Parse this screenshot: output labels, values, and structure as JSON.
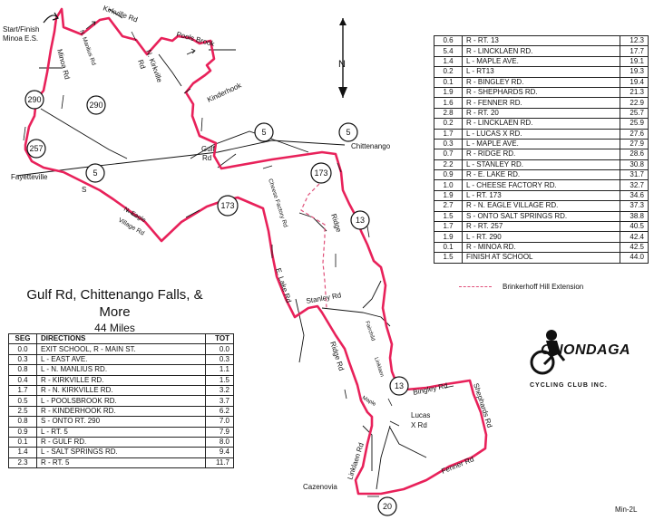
{
  "map_title": "Gulf Rd, Chittenango Falls, & More",
  "distance": "44 Miles",
  "start_label_line1": "Start/Finish",
  "start_label_line2": "Minoa E.S.",
  "place_labels": {
    "fayetteville": "Fayetteville",
    "chittenango": "Chittenango",
    "lucas_line1": "Lucas",
    "lucas_line2": "X Rd",
    "cazenovia": "Cazenovia"
  },
  "road_labels": {
    "kirkville": "Kirkville Rd",
    "minoa": "Minoa Rd",
    "n_manlius": "N. Manlius Rd",
    "n_kirkville_1": "N. Kirkville",
    "n_kirkville_2": "Rd",
    "poolsbrook": "Pools Brook",
    "kinderhook": "Kinderhook",
    "gulf_1": "Gulf",
    "gulf_2": "Rd",
    "s": "S",
    "n_eagle_village_1": "N. Eagle",
    "n_eagle_village_2": "Village Rd",
    "cheese_factory": "Cheese Factory Rd",
    "e_lake": "E. Lake Rd",
    "ridge_1": "Ridge",
    "stanley": "Stanley Rd",
    "ridge_2": "Ridge Rd",
    "fairchild": "Fairchild",
    "linklaen_small": "Linklaen",
    "maple": "Maple",
    "bingley": "Bingley Rd",
    "shephards": "Shephards Rd",
    "fenner": "Fenner Rd",
    "linklaen": "Linklaen Rd"
  },
  "route_shields": [
    "290",
    "290",
    "257",
    "5",
    "5",
    "5",
    "173",
    "173",
    "13",
    "13",
    "20"
  ],
  "compass": "N",
  "legend": {
    "extension_label": "Brinkerhoff Hill Extension"
  },
  "club": {
    "name": "ONONDAGA",
    "subtitle": "CYCLING CLUB INC."
  },
  "map_code": "Min-2L",
  "route_color": "#e8215a",
  "cue_headers": {
    "seg": "SEG",
    "directions": "DIRECTIONS",
    "tot": "TOT"
  },
  "cue_left": [
    {
      "seg": "0.0",
      "dir": "EXIT SCHOOL, R - MAIN ST.",
      "tot": "0.0"
    },
    {
      "seg": "0.3",
      "dir": "L - EAST AVE.",
      "tot": "0.3"
    },
    {
      "seg": "0.8",
      "dir": "L - N. MANLIUS RD.",
      "tot": "1.1"
    },
    {
      "seg": "0.4",
      "dir": "R - KIRKVILLE RD.",
      "tot": "1.5"
    },
    {
      "seg": "1.7",
      "dir": "R - N. KIRKVILLE RD.",
      "tot": "3.2"
    },
    {
      "seg": "0.5",
      "dir": "L - POOLSBROOK RD.",
      "tot": "3.7"
    },
    {
      "seg": "2.5",
      "dir": "R - KINDERHOOK RD.",
      "tot": "6.2"
    },
    {
      "seg": "0.8",
      "dir": "S - ONTO RT. 290",
      "tot": "7.0"
    },
    {
      "seg": "0.9",
      "dir": "L - RT. 5",
      "tot": "7.9"
    },
    {
      "seg": "0.1",
      "dir": "R - GULF RD.",
      "tot": "8.0"
    },
    {
      "seg": "1.4",
      "dir": "L - SALT SPRINGS RD.",
      "tot": "9.4"
    },
    {
      "seg": "2.3",
      "dir": "R - RT. 5",
      "tot": "11.7"
    }
  ],
  "cue_right": [
    {
      "seg": "0.6",
      "dir": "R - RT. 13",
      "tot": "12.3"
    },
    {
      "seg": "5.4",
      "dir": "R - LINCKLAEN RD.",
      "tot": "17.7"
    },
    {
      "seg": "1.4",
      "dir": "L - MAPLE AVE.",
      "tot": "19.1"
    },
    {
      "seg": "0.2",
      "dir": "L - RT13",
      "tot": "19.3"
    },
    {
      "seg": "0.1",
      "dir": "R - BINGLEY RD.",
      "tot": "19.4"
    },
    {
      "seg": "1.9",
      "dir": "R - SHEPHARDS RD.",
      "tot": "21.3"
    },
    {
      "seg": "1.6",
      "dir": "R - FENNER RD.",
      "tot": "22.9"
    },
    {
      "seg": "2.8",
      "dir": "R - RT. 20",
      "tot": "25.7"
    },
    {
      "seg": "0.2",
      "dir": "R - LINCKLAEN RD.",
      "tot": "25.9"
    },
    {
      "seg": "1.7",
      "dir": "L - LUCAS X RD.",
      "tot": "27.6"
    },
    {
      "seg": "0.3",
      "dir": "L - MAPLE AVE.",
      "tot": "27.9"
    },
    {
      "seg": "0.7",
      "dir": "R - RIDGE RD.",
      "tot": "28.6"
    },
    {
      "seg": "2.2",
      "dir": "L - STANLEY RD.",
      "tot": "30.8"
    },
    {
      "seg": "0.9",
      "dir": "R - E. LAKE RD.",
      "tot": "31.7"
    },
    {
      "seg": "1.0",
      "dir": "L - CHEESE FACTORY RD.",
      "tot": "32.7"
    },
    {
      "seg": "1.9",
      "dir": "L - RT. 173",
      "tot": "34.6"
    },
    {
      "seg": "2.7",
      "dir": "R - N. EAGLE VILLAGE RD.",
      "tot": "37.3"
    },
    {
      "seg": "1.5",
      "dir": "S - ONTO SALT SPRINGS RD.",
      "tot": "38.8"
    },
    {
      "seg": "1.7",
      "dir": "R - RT. 257",
      "tot": "40.5"
    },
    {
      "seg": "1.9",
      "dir": "L - RT. 290",
      "tot": "42.4"
    },
    {
      "seg": "0.1",
      "dir": "R - MINOA RD.",
      "tot": "42.5"
    },
    {
      "seg": "1.5",
      "dir": "FINISH AT SCHOOL",
      "tot": "44.0"
    }
  ]
}
